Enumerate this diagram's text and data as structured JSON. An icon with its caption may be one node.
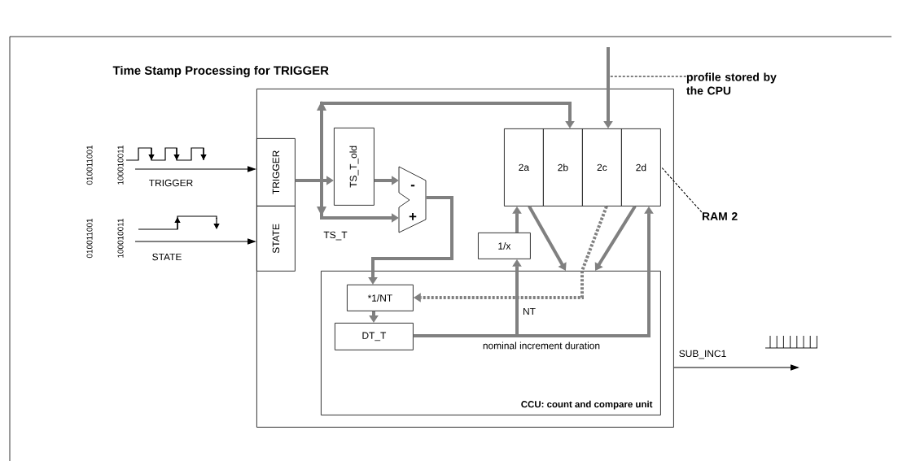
{
  "diagram": {
    "nodes": [
      {
        "text": [
          "Time Stamp Processing for TRIGGER"
        ]
      },
      {
        "text": [
          "TRIGGER"
        ],
        "in": 0
      },
      {
        "text": [
          "STATE"
        ],
        "in": 0
      },
      {
        "text": [
          "TS_T_old"
        ],
        "in": 0
      },
      {
        "text": [
          "-",
          "+"
        ],
        "in": 0
      },
      {
        "text": [
          "2a"
        ],
        "in": 0
      },
      {
        "text": [
          "2b"
        ],
        "in": 0
      },
      {
        "text": [
          "2c"
        ],
        "in": 0
      },
      {
        "text": [
          "2d"
        ],
        "in": 0
      },
      {
        "text": [
          "1/x"
        ],
        "in": 0
      },
      {
        "text": [
          "CCU: count and compare unit"
        ],
        "in": 0
      },
      {
        "text": [
          "*1/NT"
        ],
        "in": 10
      },
      {
        "text": [
          "DT_T"
        ],
        "in": 10
      },
      {
        "text": [
          "profile stored by the CPU"
        ]
      },
      {
        "text": [
          "RAM 2"
        ]
      }
    ],
    "edges": [
      {
        "from": null,
        "to": 1,
        "arrow": "to",
        "label": "TRIGGER",
        "color": "#000000"
      },
      {
        "from": null,
        "to": 2,
        "arrow": "to",
        "label": "STATE",
        "color": "#000000"
      },
      {
        "from": 1,
        "to": 3,
        "arrow": "to"
      },
      {
        "from": 1,
        "to": 6,
        "arrow": "to"
      },
      {
        "from": 1,
        "to": 4,
        "arrow": "to",
        "label": "TS_T"
      },
      {
        "from": 3,
        "to": 4,
        "arrow": "to"
      },
      {
        "from": 4,
        "to": 11,
        "arrow": "to"
      },
      {
        "from": 11,
        "to": 12,
        "arrow": "to"
      },
      {
        "from": 12,
        "to": 9,
        "arrow": "to"
      },
      {
        "from": 9,
        "to": 5,
        "arrow": "to"
      },
      {
        "from": 12,
        "to": 8,
        "arrow": "to",
        "label": "nominal increment duration"
      },
      {
        "from": 5,
        "to": 10,
        "arrow": "to"
      },
      {
        "from": 8,
        "to": 10,
        "arrow": "to"
      },
      {
        "from": 7,
        "to": 11,
        "arrow": "to",
        "label": "NT",
        "style": "dashed"
      },
      {
        "from": null,
        "to": 7,
        "arrow": "to"
      },
      {
        "from": 13,
        "to": null,
        "arrow": "none",
        "style": "dashed",
        "color": "#000000"
      },
      {
        "from": 14,
        "to": 8,
        "arrow": "none",
        "style": "dashed",
        "color": "#000000"
      },
      {
        "from": 0,
        "to": null,
        "arrow": "to",
        "label": "SUB_INC1",
        "color": "#000000"
      }
    ],
    "labels": [
      "010011001",
      "100010011",
      "010011001",
      "100010011"
    ]
  }
}
